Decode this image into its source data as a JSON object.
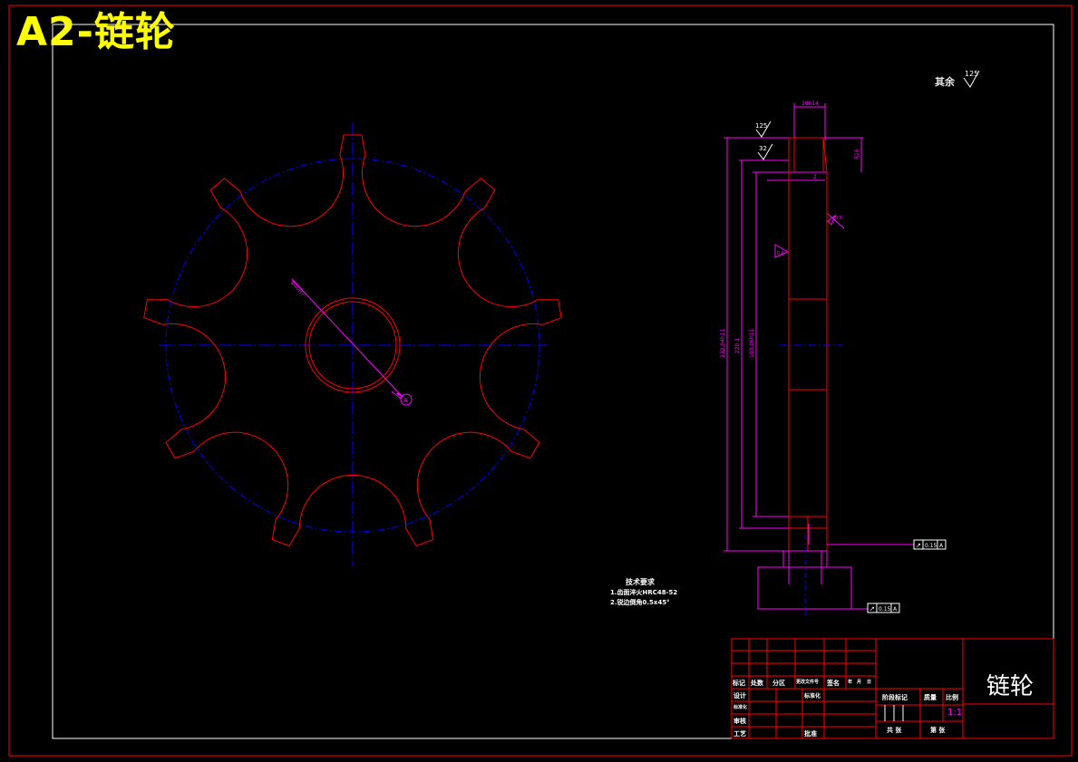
{
  "title": "A2-链轮",
  "roughness_note": {
    "label": "其余",
    "value": "125"
  },
  "roughness_marks": [
    "125",
    "32"
  ],
  "dimensions": {
    "width_top": "18h14",
    "chamfer_top": "R16",
    "step": "2",
    "tip_dia": "232.04h11",
    "pitch_dia": "220.1",
    "root_dia": "193.06h11",
    "bore_dia": "Φ40H7",
    "angle_note": "0.8",
    "small_mark": "0.8"
  },
  "datum": "A",
  "tolerances": [
    {
      "symbol": "↗",
      "value": "0.15",
      "datum": "A"
    },
    {
      "symbol": "↗",
      "value": "0.15",
      "datum": "A"
    }
  ],
  "tech_requirements": {
    "heading": "技术要求",
    "items": [
      "1.齿面淬火HRC48-52",
      "2.锐边倒角0.5x45°"
    ]
  },
  "title_block": {
    "part_name": "链轮",
    "scale_value": "1:1",
    "headers": [
      "标记",
      "处数",
      "分区",
      "更改文件号",
      "签名",
      "年",
      "月",
      "日"
    ],
    "row_labels": [
      "设计",
      "标准化",
      "审核",
      "工艺"
    ],
    "std_label": "标准化",
    "approve_label": "批准",
    "stage_label": "阶段标记",
    "weight_label": "质量",
    "scale_label": "比例",
    "total_label": "共 张",
    "sheet_label": "第 张"
  },
  "colors": {
    "background": "#000000",
    "outline": "#ff0000",
    "centerline": "#0000ff",
    "dimension": "#ff00ff",
    "text": "#ffffff",
    "title": "#ffff00"
  }
}
